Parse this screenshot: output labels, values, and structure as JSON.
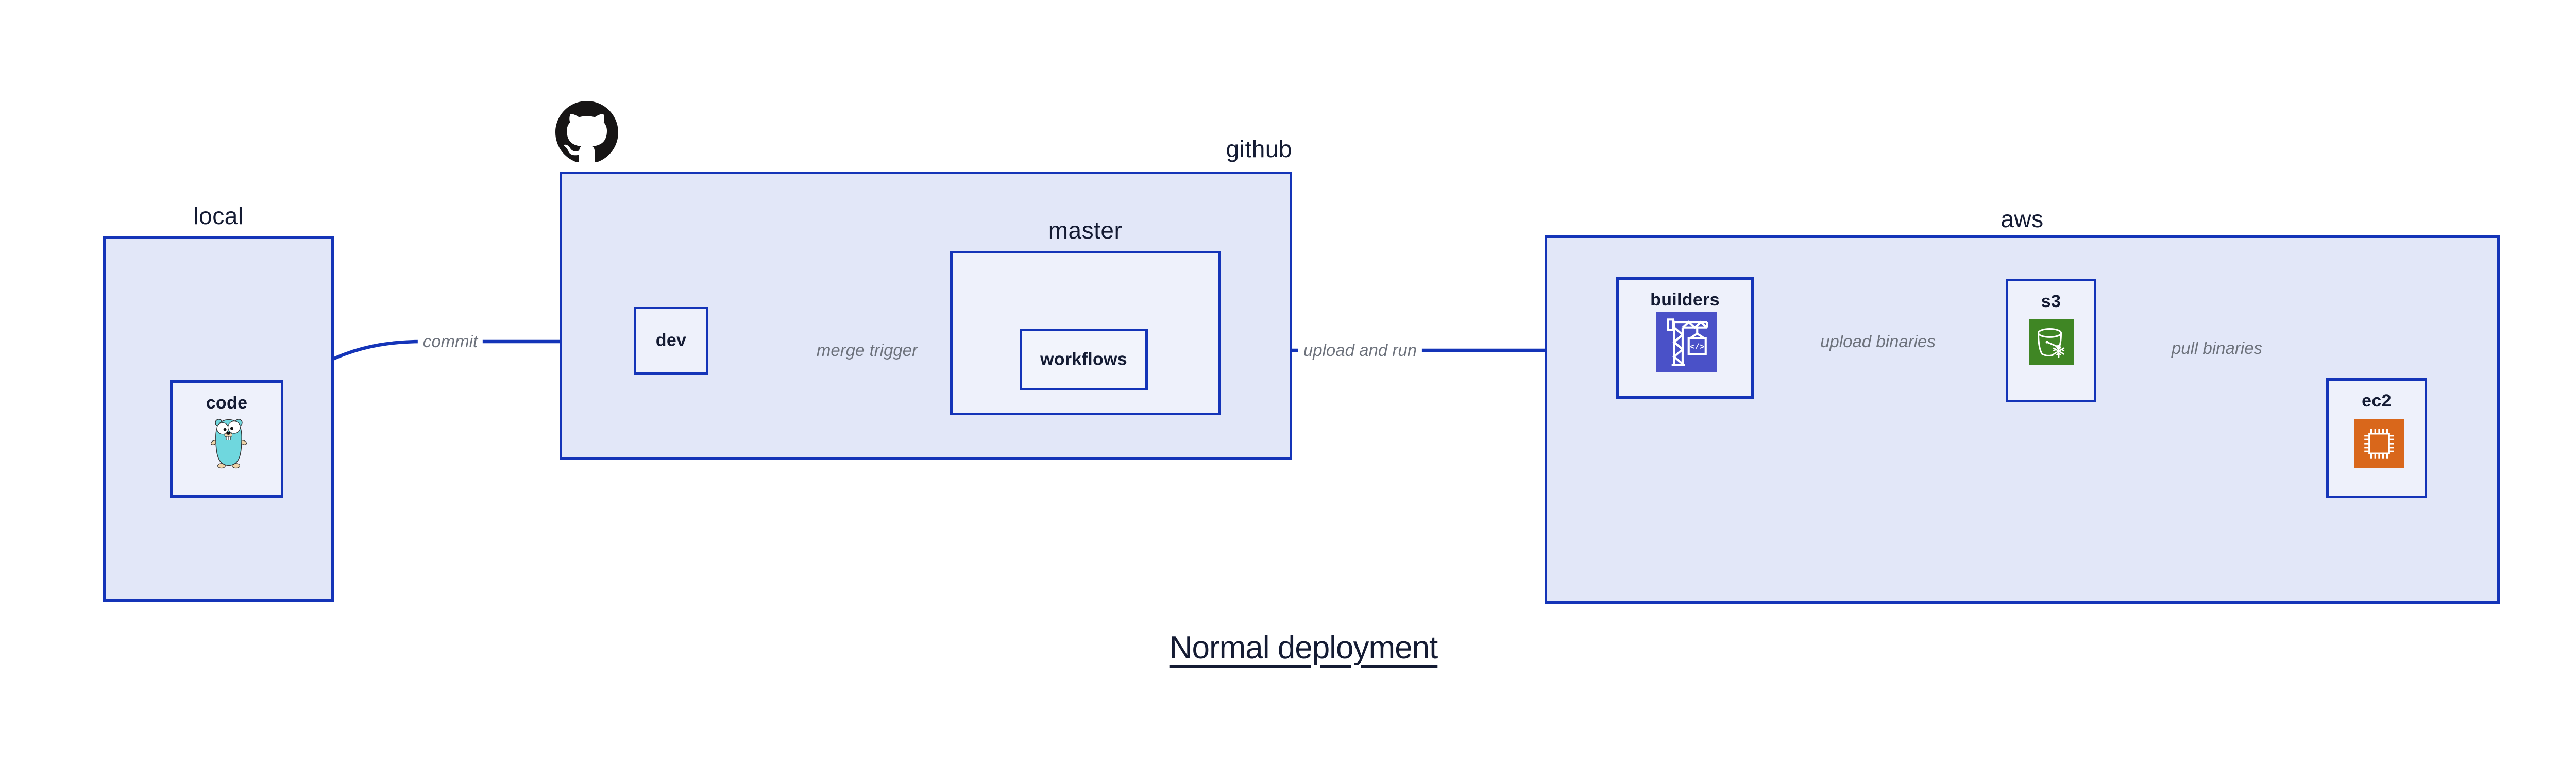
{
  "diagram": {
    "title": "Normal deployment",
    "containers": {
      "local": {
        "label": "local"
      },
      "github": {
        "label": "github"
      },
      "master": {
        "label": "master"
      },
      "aws": {
        "label": "aws"
      }
    },
    "nodes": {
      "code": {
        "label": "code",
        "icon": "go-gopher-icon"
      },
      "dev": {
        "label": "dev"
      },
      "workflows": {
        "label": "workflows"
      },
      "builders": {
        "label": "builders",
        "icon": "codebuild-crane-icon",
        "icon_glyph": "</>"
      },
      "s3": {
        "label": "s3",
        "icon": "s3-glacier-bucket-icon"
      },
      "ec2": {
        "label": "ec2",
        "icon": "ec2-chip-icon"
      }
    },
    "edges": {
      "commit": {
        "label": "commit"
      },
      "merge_trigger": {
        "label": "merge trigger"
      },
      "upload_and_run": {
        "label": "upload and run"
      },
      "upload_binaries": {
        "label": "upload binaries"
      },
      "pull_binaries": {
        "label": "pull binaries"
      }
    },
    "colors": {
      "border_blue": "#1434b8",
      "container_fill": "#e2e7f8",
      "node_fill": "#eef1fb",
      "label_dark": "#141b33",
      "edge_label_gray": "#6d727c",
      "codebuild_purple": "#4a51c8",
      "s3_green": "#3f8624",
      "ec2_orange": "#d9671b",
      "gopher_teal": "#6fd7de",
      "github_black": "#171515"
    }
  }
}
